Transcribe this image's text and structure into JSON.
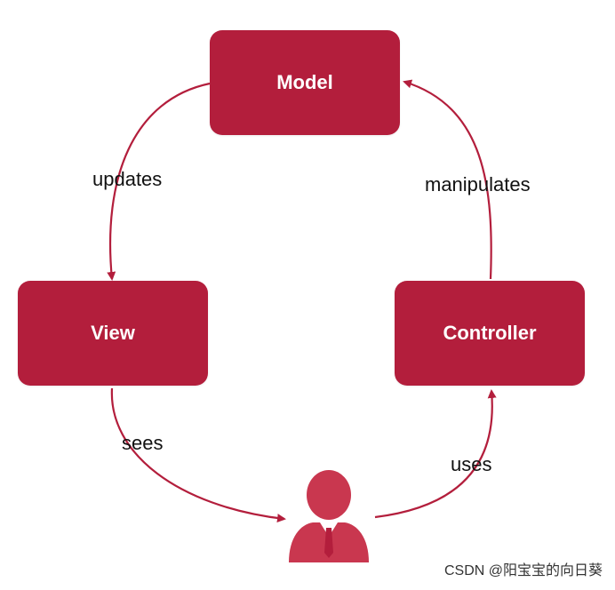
{
  "nodes": {
    "model": "Model",
    "view": "View",
    "controller": "Controller"
  },
  "edges": {
    "updates": "updates",
    "manipulates": "manipulates",
    "sees": "sees",
    "uses": "uses"
  },
  "actor_icon": "user-icon",
  "watermark": "CSDN @阳宝宝的向日葵",
  "colors": {
    "node_fill": "#b31e3c",
    "arrow": "#b31e3c",
    "actor": "#c9374f",
    "node_text": "#ffffff",
    "label_text": "#111111"
  }
}
